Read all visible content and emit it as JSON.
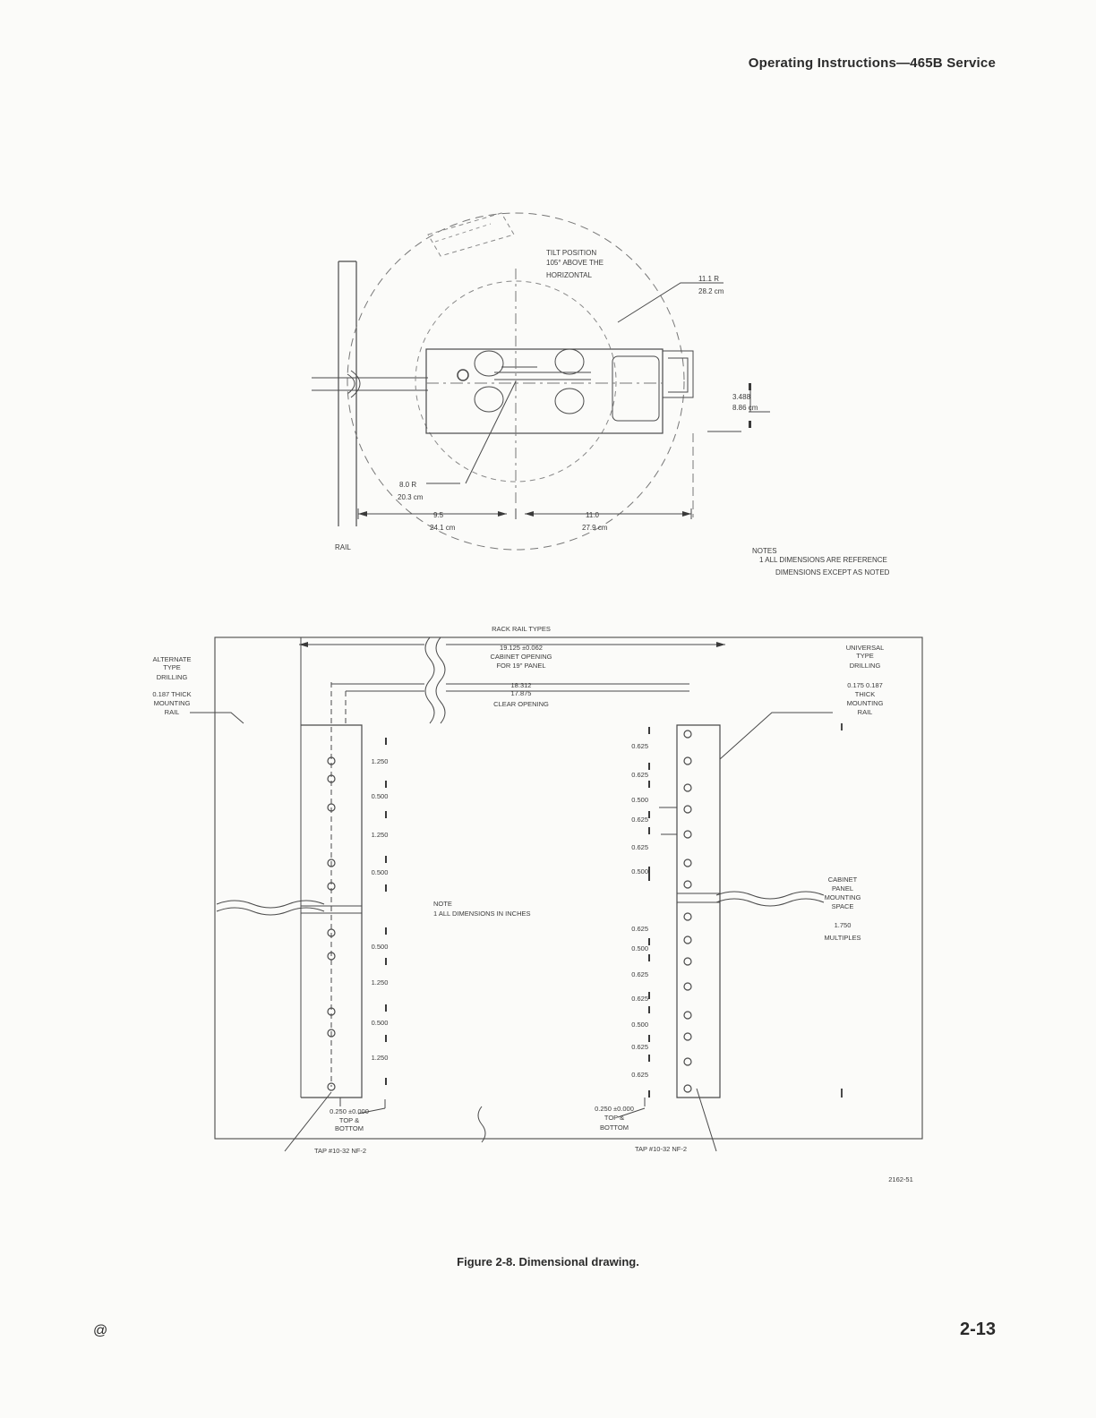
{
  "header": {
    "title": "Operating Instructions—465B Service"
  },
  "top_drawing": {
    "tilt_label_1": "TILT POSITION",
    "tilt_label_2": "105° ABOVE THE",
    "tilt_label_3": "HORIZONTAL",
    "radius_large_in": "11.1 R",
    "radius_large_cm": "28.2 cm",
    "height_in": "3.488",
    "height_cm": "8.86 cm",
    "radius_small_in": "8.0 R",
    "radius_small_cm": "20.3 cm",
    "dim_left_in": "9.5",
    "dim_left_cm": "24.1 cm",
    "dim_right_in": "11.0",
    "dim_right_cm": "27.9 cm",
    "rail_label": "RAIL",
    "notes_title": "NOTES",
    "notes_line1": "1  ALL DIMENSIONS ARE REFERENCE",
    "notes_line2": "DIMENSIONS EXCEPT AS NOTED"
  },
  "rack_drawing": {
    "title": "RACK RAIL TYPES",
    "alt_1": "ALTERNATE",
    "alt_2": "TYPE",
    "alt_3": "DRILLING",
    "alt_4": "0.187 THICK",
    "alt_5": "MOUNTING",
    "alt_6": "RAIL",
    "opening_1": "19.125 ±0.062",
    "opening_2": "CABINET OPENING",
    "opening_3": "FOR 19\" PANEL",
    "clear_1": "18.312",
    "clear_2": "17.875",
    "clear_3": "CLEAR OPENING",
    "uni_1": "UNIVERSAL",
    "uni_2": "TYPE",
    "uni_3": "DRILLING",
    "uni_4": "0.175   0.187",
    "uni_5": "THICK",
    "uni_6": "MOUNTING",
    "uni_7": "RAIL",
    "left_dims": [
      "1.250",
      "0.500",
      "1.250",
      "0.500",
      "0.500",
      "1.250",
      "0.500",
      "1.250"
    ],
    "right_dims": [
      "0.625",
      "0.625",
      "0.500",
      "0.625",
      "0.625",
      "0.500",
      "0.625",
      "0.500",
      "0.625",
      "0.625",
      "0.500",
      "0.625",
      "0.625"
    ],
    "note_1": "NOTE",
    "note_2": "1  ALL DIMENSIONS IN INCHES",
    "cab_1": "CABINET",
    "cab_2": "PANEL",
    "cab_3": "MOUNTING",
    "cab_4": "SPACE",
    "cab_5": "1.750",
    "cab_6": "MULTIPLES",
    "tb_left_1": "0.250 ±0.000",
    "tb_left_2": "TOP &",
    "tb_left_3": "BOTTOM",
    "tb_right_1": "0.250 ±0.000",
    "tb_right_2": "TOP &",
    "tb_right_3": "BOTTOM",
    "tap_left": "TAP #10-32 NF-2",
    "tap_right": "TAP #10-32 NF-2",
    "drawing_no": "2162-51"
  },
  "caption": "Figure 2-8.  Dimensional drawing.",
  "footer": {
    "mark": "@",
    "page": "2-13"
  }
}
